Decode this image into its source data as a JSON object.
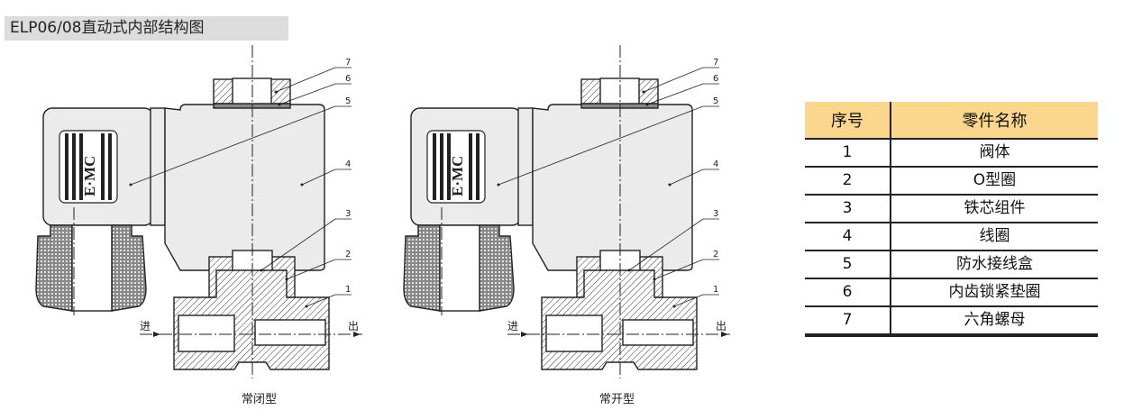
{
  "title": "ELP06/08直动式内部结构图",
  "diagrams": [
    {
      "caption": "常闭型",
      "logo": "E·MC",
      "inlet": "进",
      "outlet": "出",
      "callouts": [
        "7",
        "6",
        "5",
        "4",
        "3",
        "2",
        "1"
      ]
    },
    {
      "caption": "常开型",
      "logo": "E·MC",
      "inlet": "进",
      "outlet": "出",
      "callouts": [
        "7",
        "6",
        "5",
        "4",
        "3",
        "2",
        "1"
      ]
    }
  ],
  "parts_table": {
    "headers": [
      "序号",
      "零件名称"
    ],
    "rows": [
      [
        "1",
        "阀体"
      ],
      [
        "2",
        "O型圈"
      ],
      [
        "3",
        "铁芯组件"
      ],
      [
        "4",
        "线圈"
      ],
      [
        "5",
        "防水接线盒"
      ],
      [
        "6",
        "内齿锁紧垫圈"
      ],
      [
        "7",
        "六角螺母"
      ]
    ]
  },
  "colors": {
    "header_bg": "#fbd78e",
    "title_bg": "#dcdcdc",
    "coil_fill": "#ebebeb"
  }
}
